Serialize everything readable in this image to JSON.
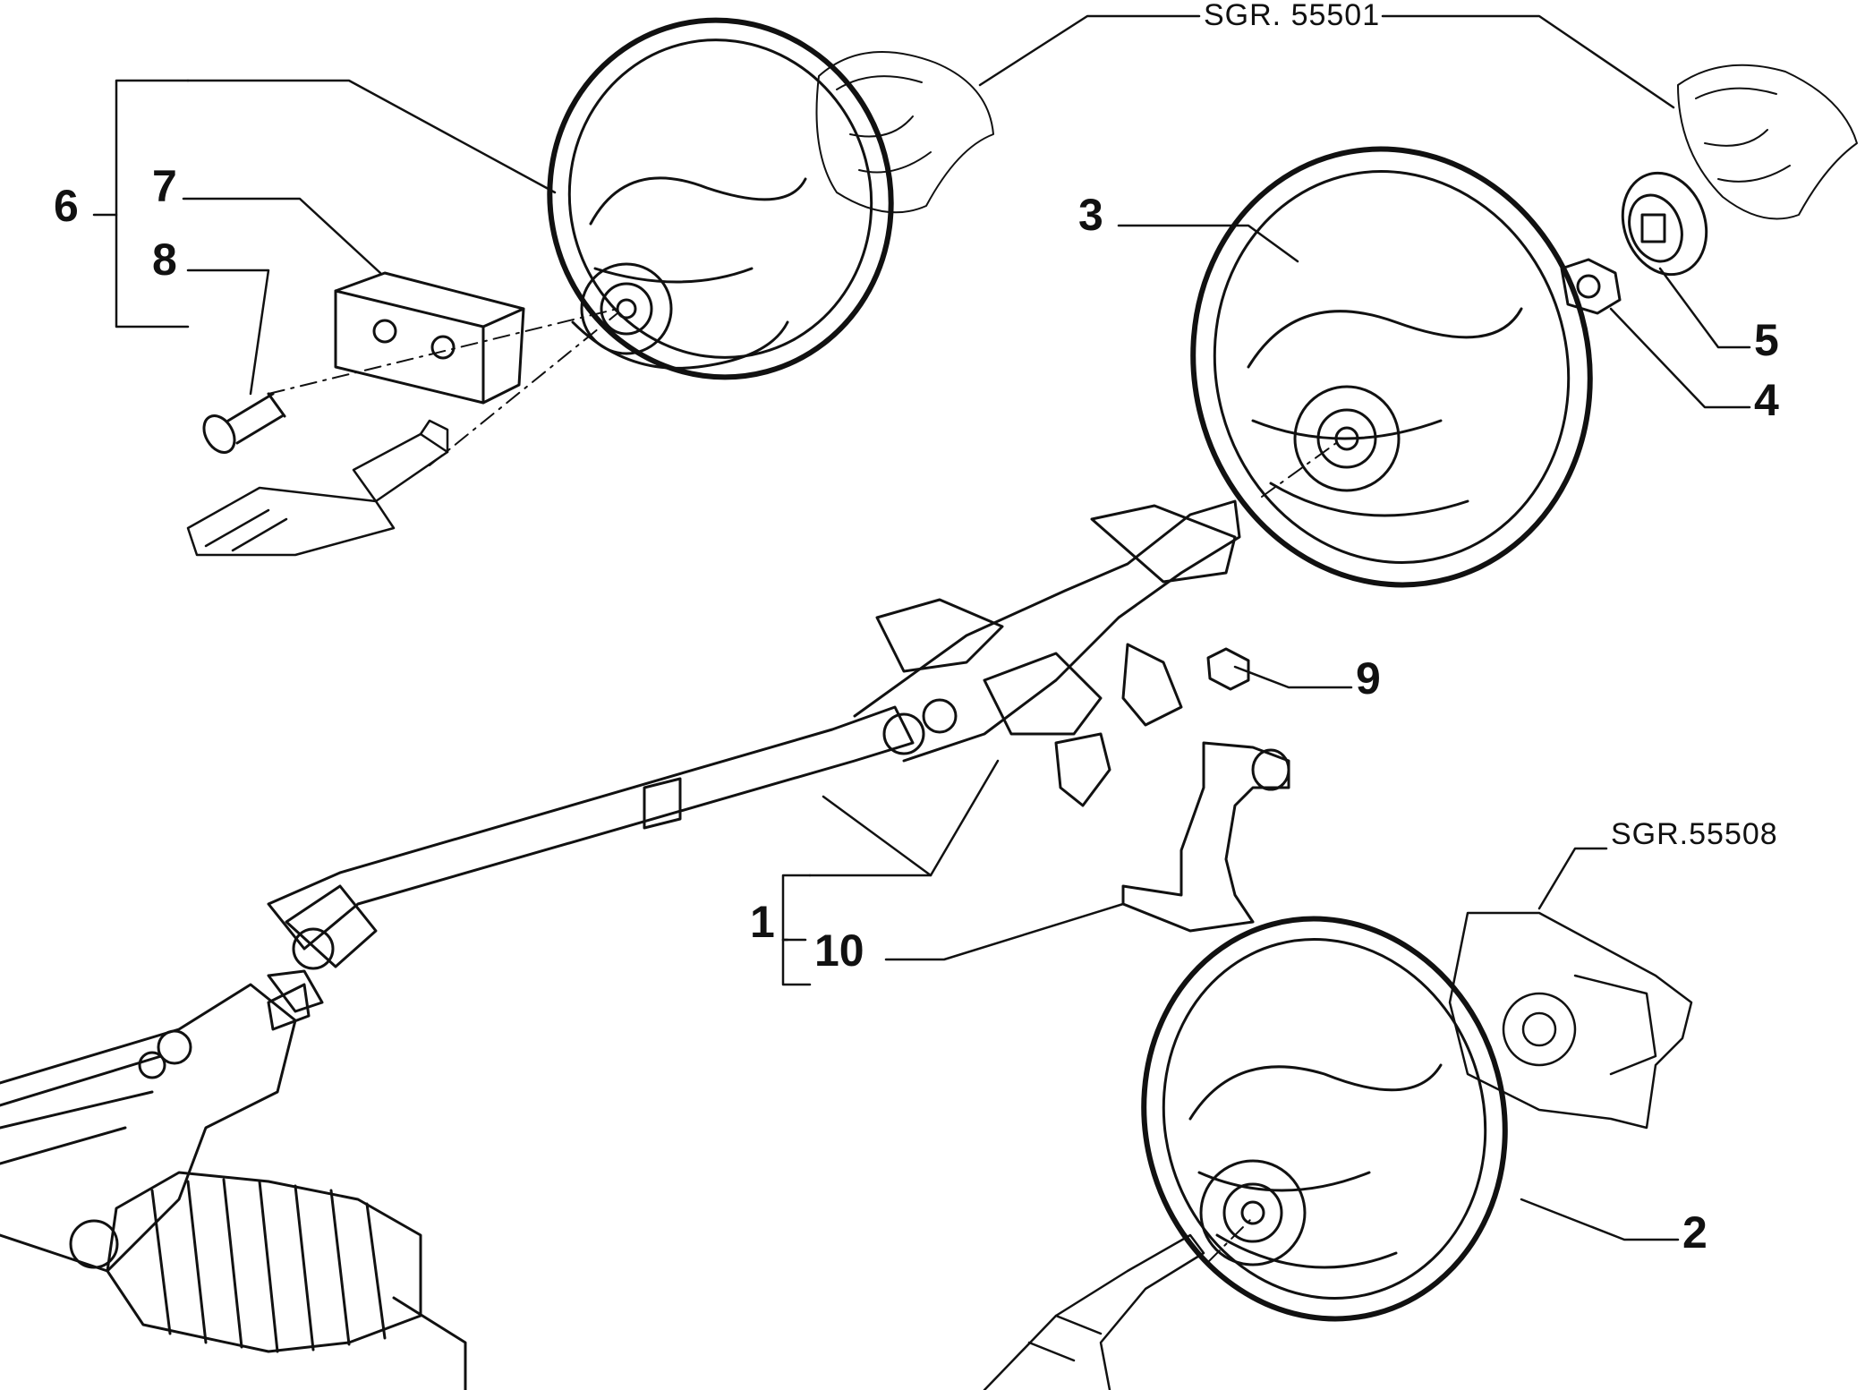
{
  "diagram": {
    "references": {
      "top": "SGR. 55501",
      "right": "SGR.55508"
    },
    "callouts": [
      "1",
      "2",
      "3",
      "4",
      "5",
      "6",
      "7",
      "8",
      "9",
      "10"
    ],
    "colors": {
      "line": "#111111",
      "background": "#ffffff"
    }
  }
}
